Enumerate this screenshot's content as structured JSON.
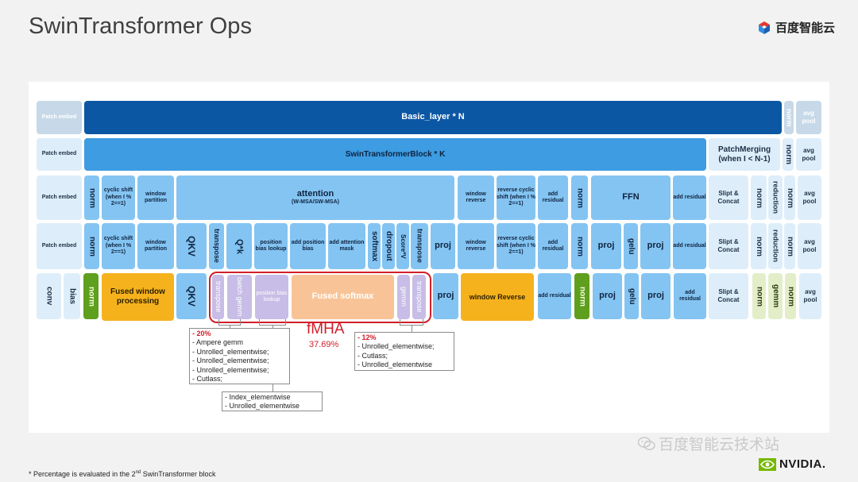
{
  "title": "SwinTransformer Ops",
  "brand": {
    "name": "百度智能云"
  },
  "row1": {
    "patch_embed": "Patch embed",
    "basic_layer": "Basic_layer  * N",
    "norm": "norm",
    "avg_pool": "avg pool"
  },
  "row2": {
    "patch_embed": "Patch embed",
    "block": "SwinTransformerBlock * K",
    "patch_merging": "PatchMerging (when I < N-1)",
    "norm": "norm",
    "avg_pool": "avg pool"
  },
  "row3": {
    "patch_embed": "Patch embed",
    "norm": "norm",
    "cyclic_shift": "cyclic shift (when I % 2==1)",
    "window_partition": "window partition",
    "attention": "attention",
    "attention_sub": "(W-MSA/SW-MSA)",
    "window_reverse": "window reverse",
    "reverse_cyclic_shift": "reverse cyclic shift (when I % 2==1)",
    "add_residual": "add residual",
    "norm2": "norm",
    "ffn": "FFN",
    "add_residual2": "add residual",
    "slipt_concat": "Slipt & Concat",
    "norm3": "norm",
    "reduction": "reduction",
    "norm4": "norm",
    "avg_pool": "avg pool"
  },
  "row4": {
    "patch_embed": "Patch embed",
    "norm": "norm",
    "cyclic_shift": "cyclic shift (when I % 2==1)",
    "window_partition": "window partition",
    "qkv": "QKV",
    "transpose": "transpose",
    "qk": "Q*k",
    "position_bias_lookup": "position bias lookup",
    "add_position_bias": "add position bias",
    "add_attention_mask": "add attention mask",
    "softmax": "softmax",
    "dropout": "dropout",
    "score_v": "Score*V",
    "transpose2": "transpose",
    "proj": "proj",
    "window_reverse": "window reverse",
    "reverse_cyclic_shift": "reverse cyclic shift (when I % 2==1)",
    "add_residual": "add residual",
    "norm2": "norm",
    "proj2": "proj",
    "gelu": "gelu",
    "proj3": "proj",
    "add_residual2": "add residual",
    "slipt_concat": "Slipt & Concat",
    "norm3": "norm",
    "reduction": "reduction",
    "norm4": "norm",
    "avg_pool": "avg pool"
  },
  "row5": {
    "conv": "conv",
    "bias": "bias",
    "norm": "norm",
    "fused_window_processing": "Fused window processing",
    "qkv": "QKV",
    "transpose": "transpose",
    "batch_gemm": "batch gemm",
    "position_bias_lookup": "position bias lookup",
    "fused_softmax": "Fused softmax",
    "gemm": "gemm",
    "transpose2": "transpose",
    "proj": "proj",
    "window_reverse": "window Reverse",
    "add_residual": "add residual",
    "norm2": "norm",
    "proj2": "proj",
    "gelu": "gelu",
    "proj3": "proj",
    "add_residual2": "add residual",
    "slipt_concat": "Slipt & Concat",
    "norm3": "norm",
    "gemm2": "gemm",
    "norm4": "norm",
    "avg_pool": "avg pool"
  },
  "fmha": {
    "label": "fMHA",
    "percent": "37.69%"
  },
  "note_left": {
    "percent": "20%",
    "lines": [
      "Ampere gemm",
      "Unrolled_elementwise;",
      "Unrolled_elementwise;",
      "Unrolled_elementwise;",
      "Cutlass;"
    ]
  },
  "note_bottom": {
    "lines": [
      "Index_elementwise",
      "Unrolled_elementwise"
    ]
  },
  "note_right": {
    "percent": "12%",
    "lines": [
      "Unrolled_elementwise;",
      "Cutlass;",
      "Unrolled_elementwise"
    ]
  },
  "footnote": {
    "pre": "* Percentage is evaluated in the 2",
    "sup": "nd",
    "post": " SwinTransformer block"
  },
  "watermark": "百度智能云技术站",
  "nvidia": "NVIDIA.",
  "colors": {
    "dark_blue": "#0b57a4",
    "mid_blue": "#3d9ce2",
    "light_blue": "#84c4f2",
    "pale_blue": "#ddeefa",
    "amber": "#f6b21d",
    "green": "#5f9f1e",
    "lavender": "#c7bde6",
    "peach": "#f8c497",
    "fmha_red": "#d11f2a"
  }
}
